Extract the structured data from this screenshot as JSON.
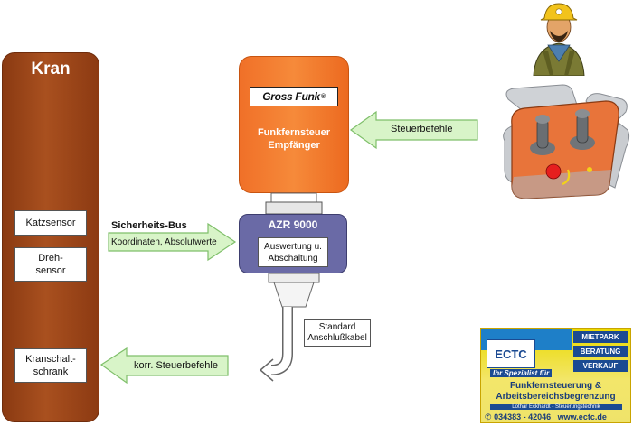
{
  "kran": {
    "title": "Kran",
    "katz": "Katzsensor",
    "dreh_line1": "Dreh-",
    "dreh_line2": "sensor",
    "schrank_line1": "Kranschalt-",
    "schrank_line2": "schrank"
  },
  "receiver": {
    "logo": "Gross Funk",
    "logo_mark": "®",
    "line1": "Funkfernsteuer",
    "line2": "Empfänger"
  },
  "azr": {
    "title": "AZR 9000",
    "line1": "Auswertung u.",
    "line2": "Abschaltung"
  },
  "arrows": {
    "steuerbefehle": "Steuerbefehle",
    "bus_title": "Sicherheits-Bus",
    "bus_text": "Koordinaten,  Absolutwerte",
    "korr": "korr. Steuerbefehle"
  },
  "cable": {
    "line1": "Standard",
    "line2": "Anschlußkabel"
  },
  "ad": {
    "brand": "ECTC",
    "tags": [
      "MIETPARK",
      "BERATUNG",
      "VERKAUF"
    ],
    "slogan": "Ihr Spezialist für",
    "line1": "Funkfernsteuerung &",
    "line2": "Arbeitsbereichsbegrenzung",
    "person": "Lothar Eckhardt - Steuerungstechnik",
    "phone": "034383 - 42046",
    "web": "www.ectc.de"
  },
  "colors": {
    "kran": "#9b4518",
    "receiver": "#f47b30",
    "azr": "#6a6aa6",
    "arrow_fill": "#d8f4c8",
    "arrow_stroke": "#7fbf6a"
  }
}
